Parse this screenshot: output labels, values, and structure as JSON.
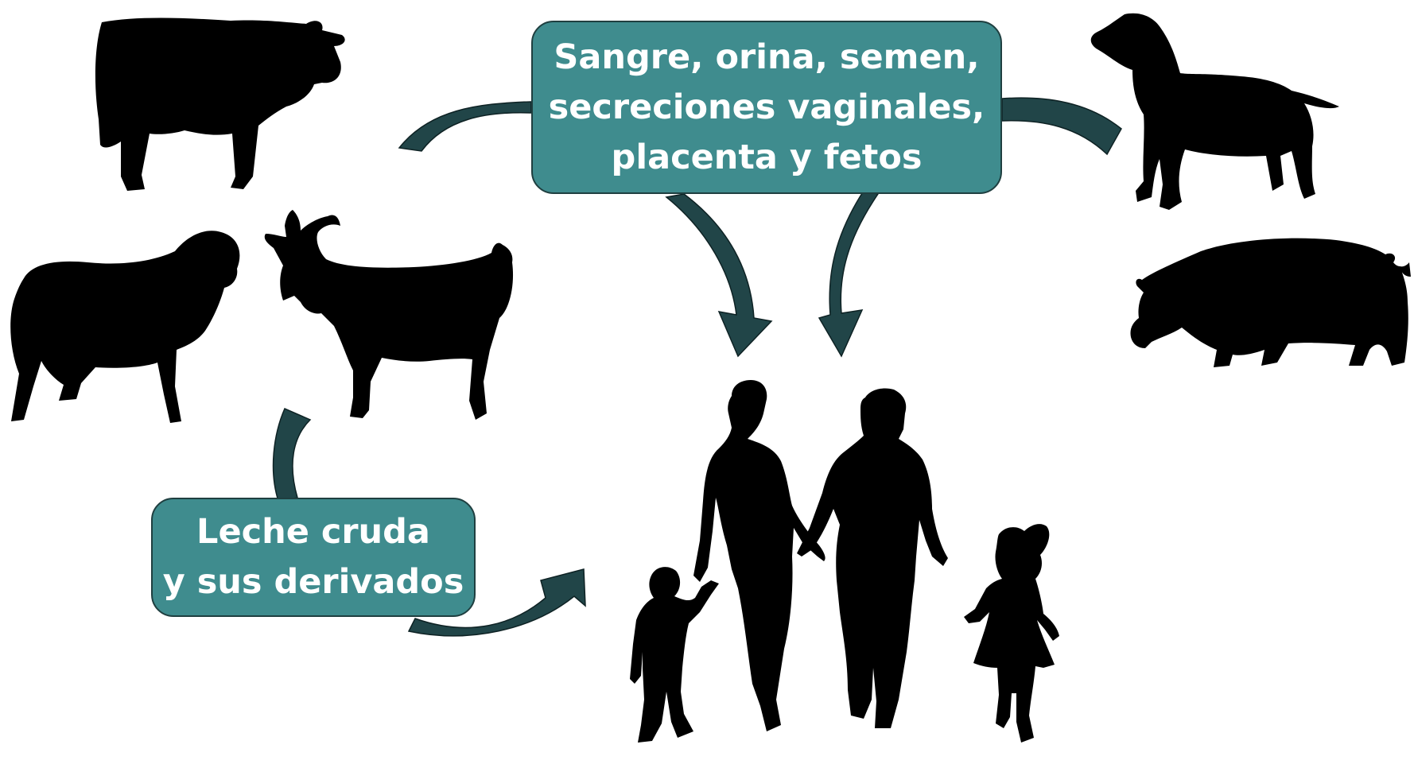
{
  "colors": {
    "box_fill": "#3f8c8e",
    "box_border": "#1f3f40",
    "arrow": "#214548",
    "silhouette": "#000000",
    "box_text": "#ffffff"
  },
  "boxes": {
    "transmission_routes": {
      "lines": [
        "Sangre, orina, semen,",
        "secreciones vaginales,",
        "placenta y fetos"
      ]
    },
    "milk_products": {
      "lines": [
        "Leche cruda",
        "y sus derivados"
      ]
    }
  },
  "silhouettes": [
    {
      "name": "cow-icon",
      "icon": "cow-silhouette"
    },
    {
      "name": "sheep-icon",
      "icon": "sheep-silhouette"
    },
    {
      "name": "goat-icon",
      "icon": "goat-silhouette"
    },
    {
      "name": "dog-icon",
      "icon": "dog-silhouette"
    },
    {
      "name": "pig-icon",
      "icon": "pig-silhouette"
    },
    {
      "name": "family-icon",
      "icon": "human-family-silhouette"
    }
  ]
}
